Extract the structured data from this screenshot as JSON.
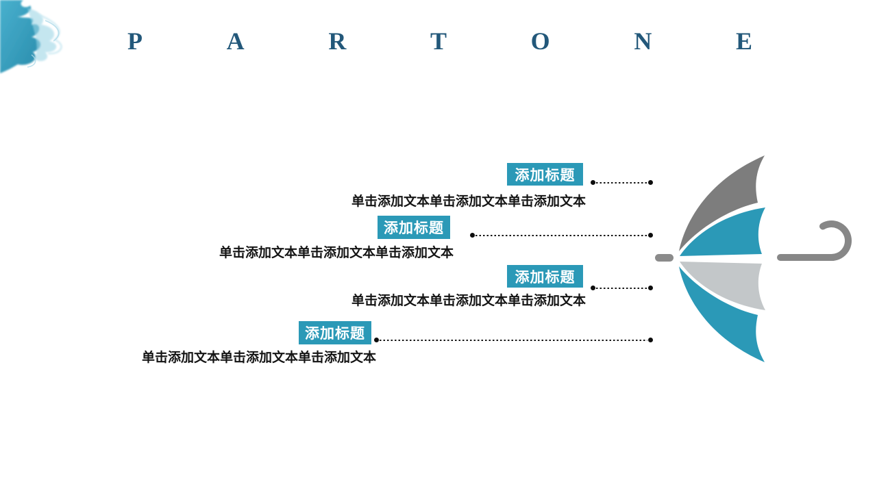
{
  "title": {
    "letters": [
      "P",
      "A",
      "R",
      "T",
      "O",
      "N",
      "E"
    ],
    "full_text": "PART ONE",
    "color": "#23587a"
  },
  "items": [
    {
      "button_label": "添加标题",
      "body_text": "单击添加文本单击添加文本单击添加文本"
    },
    {
      "button_label": "添加标题",
      "body_text": "单击添加文本单击添加文本单击添加文本"
    },
    {
      "button_label": "添加标题",
      "body_text": "单击添加文本单击添加文本单击添加文本"
    },
    {
      "button_label": "添加标题",
      "body_text": "单击添加文本单击添加文本单击添加文本"
    }
  ],
  "colors": {
    "accent_teal": "#2b99b7",
    "petal_dark_gray": "#7d7d7d",
    "petal_light_gray": "#c3c7c9",
    "handle_gray": "#878787",
    "connector_black": "#141414",
    "title_blue": "#23587a",
    "ink_teal": "#2f9dbd"
  },
  "icons": {
    "umbrella": "umbrella-graphic",
    "ink": "ink-splash-decoration",
    "connector_end": "endpoint-dot"
  }
}
